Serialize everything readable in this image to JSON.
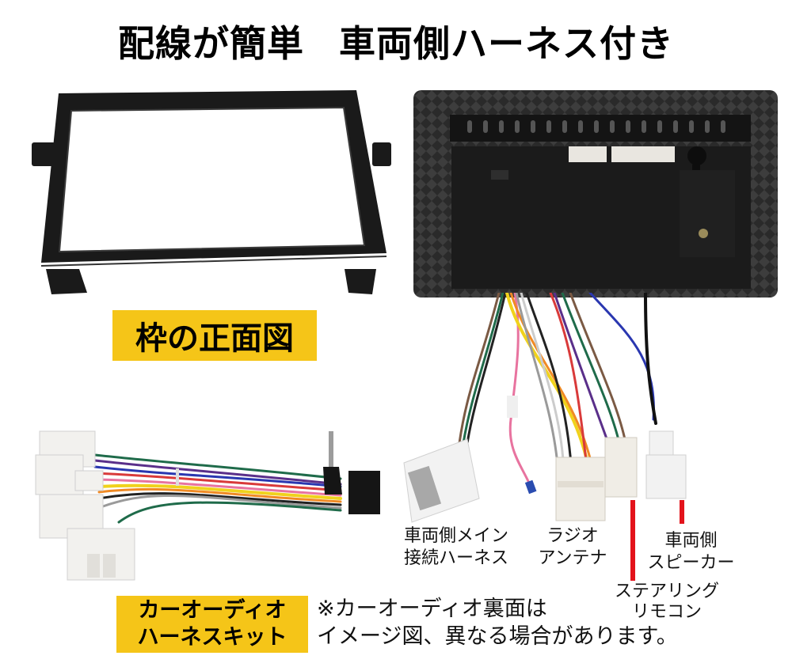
{
  "title": {
    "part1": "配線が簡単",
    "part2": "車両側ハーネス付き"
  },
  "frame_badge": {
    "label": "枠の正面図"
  },
  "kit_badge": {
    "line1": "カーオーディオ",
    "line2": "ハーネスキット"
  },
  "note": {
    "line1": "※カーオーディオ裏面は",
    "line2": "イメージ図、異なる場合があります。"
  },
  "connector_labels": {
    "main_harness": {
      "line1": "車両側メイン",
      "line2": "接続ハーネス"
    },
    "radio_antenna": {
      "line1": "ラジオ",
      "line2": "アンテナ"
    },
    "steering_remote": {
      "line1": "ステアリング",
      "line2": "リモコン"
    },
    "vehicle_speaker": {
      "line1": "車両側",
      "line2": "スピーカー"
    }
  },
  "colors": {
    "badge_yellow": "#f5c518",
    "indicator_red": "#e3131b",
    "frame_black": "#1a1a1a",
    "unit_dark": "#2b2b2b"
  },
  "images": {
    "mounting_frame": "mounting-frame-photo",
    "stereo_back": "stereo-rear-panel-photo",
    "harness_kit": "harness-kit-photo"
  }
}
